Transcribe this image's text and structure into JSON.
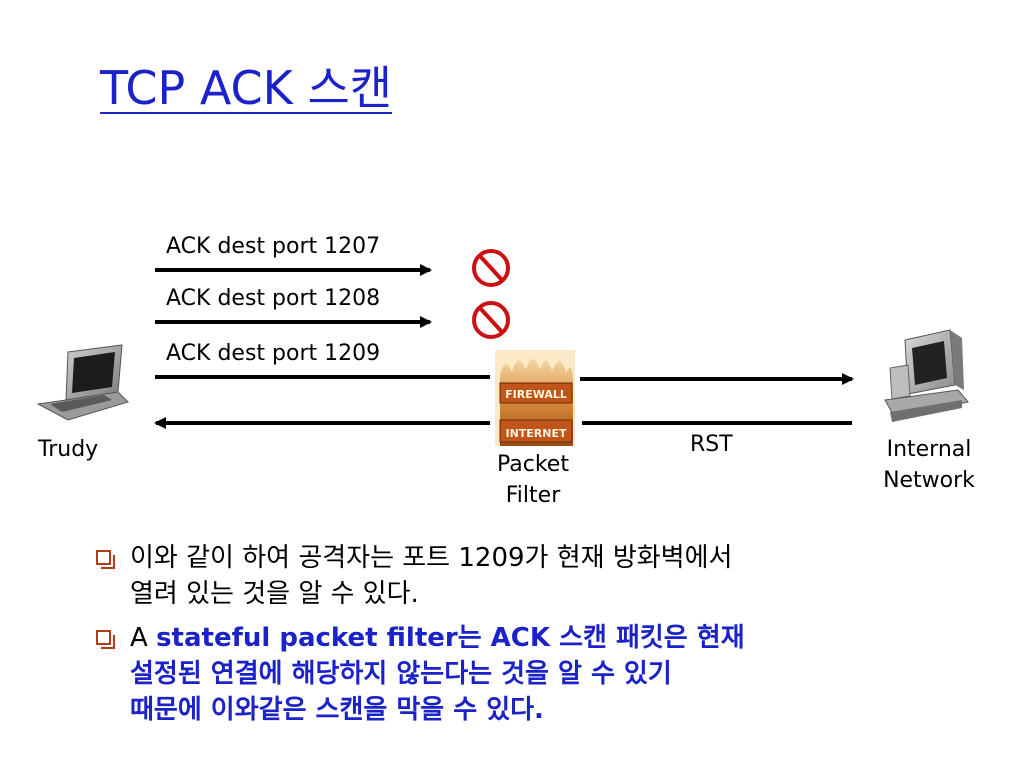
{
  "title": "TCP ACK 스캔",
  "diagram": {
    "arrows": [
      {
        "label": "ACK dest port 1207",
        "blocked": true
      },
      {
        "label": "ACK dest port 1208",
        "blocked": true
      },
      {
        "label": "ACK dest port 1209",
        "blocked": false
      }
    ],
    "response_label": "RST",
    "nodes": {
      "attacker": "Trudy",
      "filter_line1": "Packet",
      "filter_line2": "Filter",
      "target_line1": "Internal",
      "target_line2": "Network"
    },
    "firewall_text_top": "FIREWALL",
    "firewall_text_bottom": "INTERNET"
  },
  "bullets": [
    {
      "text_line1": "이와 같이 하여 공격자는 포트 1209가 현재 방화벽에서",
      "text_line2": "열려 있는 것을 알 수 있다."
    },
    {
      "prefix": "A ",
      "emph": "stateful packet filter는 ACK 스캔 패킷은 현재",
      "line2": "설정된 연결에 해당하지 않는다는 것을 알 수 있기",
      "line3": "때문에 이와같은 스캔을 막을 수 있다."
    }
  ],
  "colors": {
    "title": "#1a22c8",
    "emphasis": "#1a22c8",
    "block_sign": "#cc1111",
    "bullet": "#b23a1a"
  }
}
